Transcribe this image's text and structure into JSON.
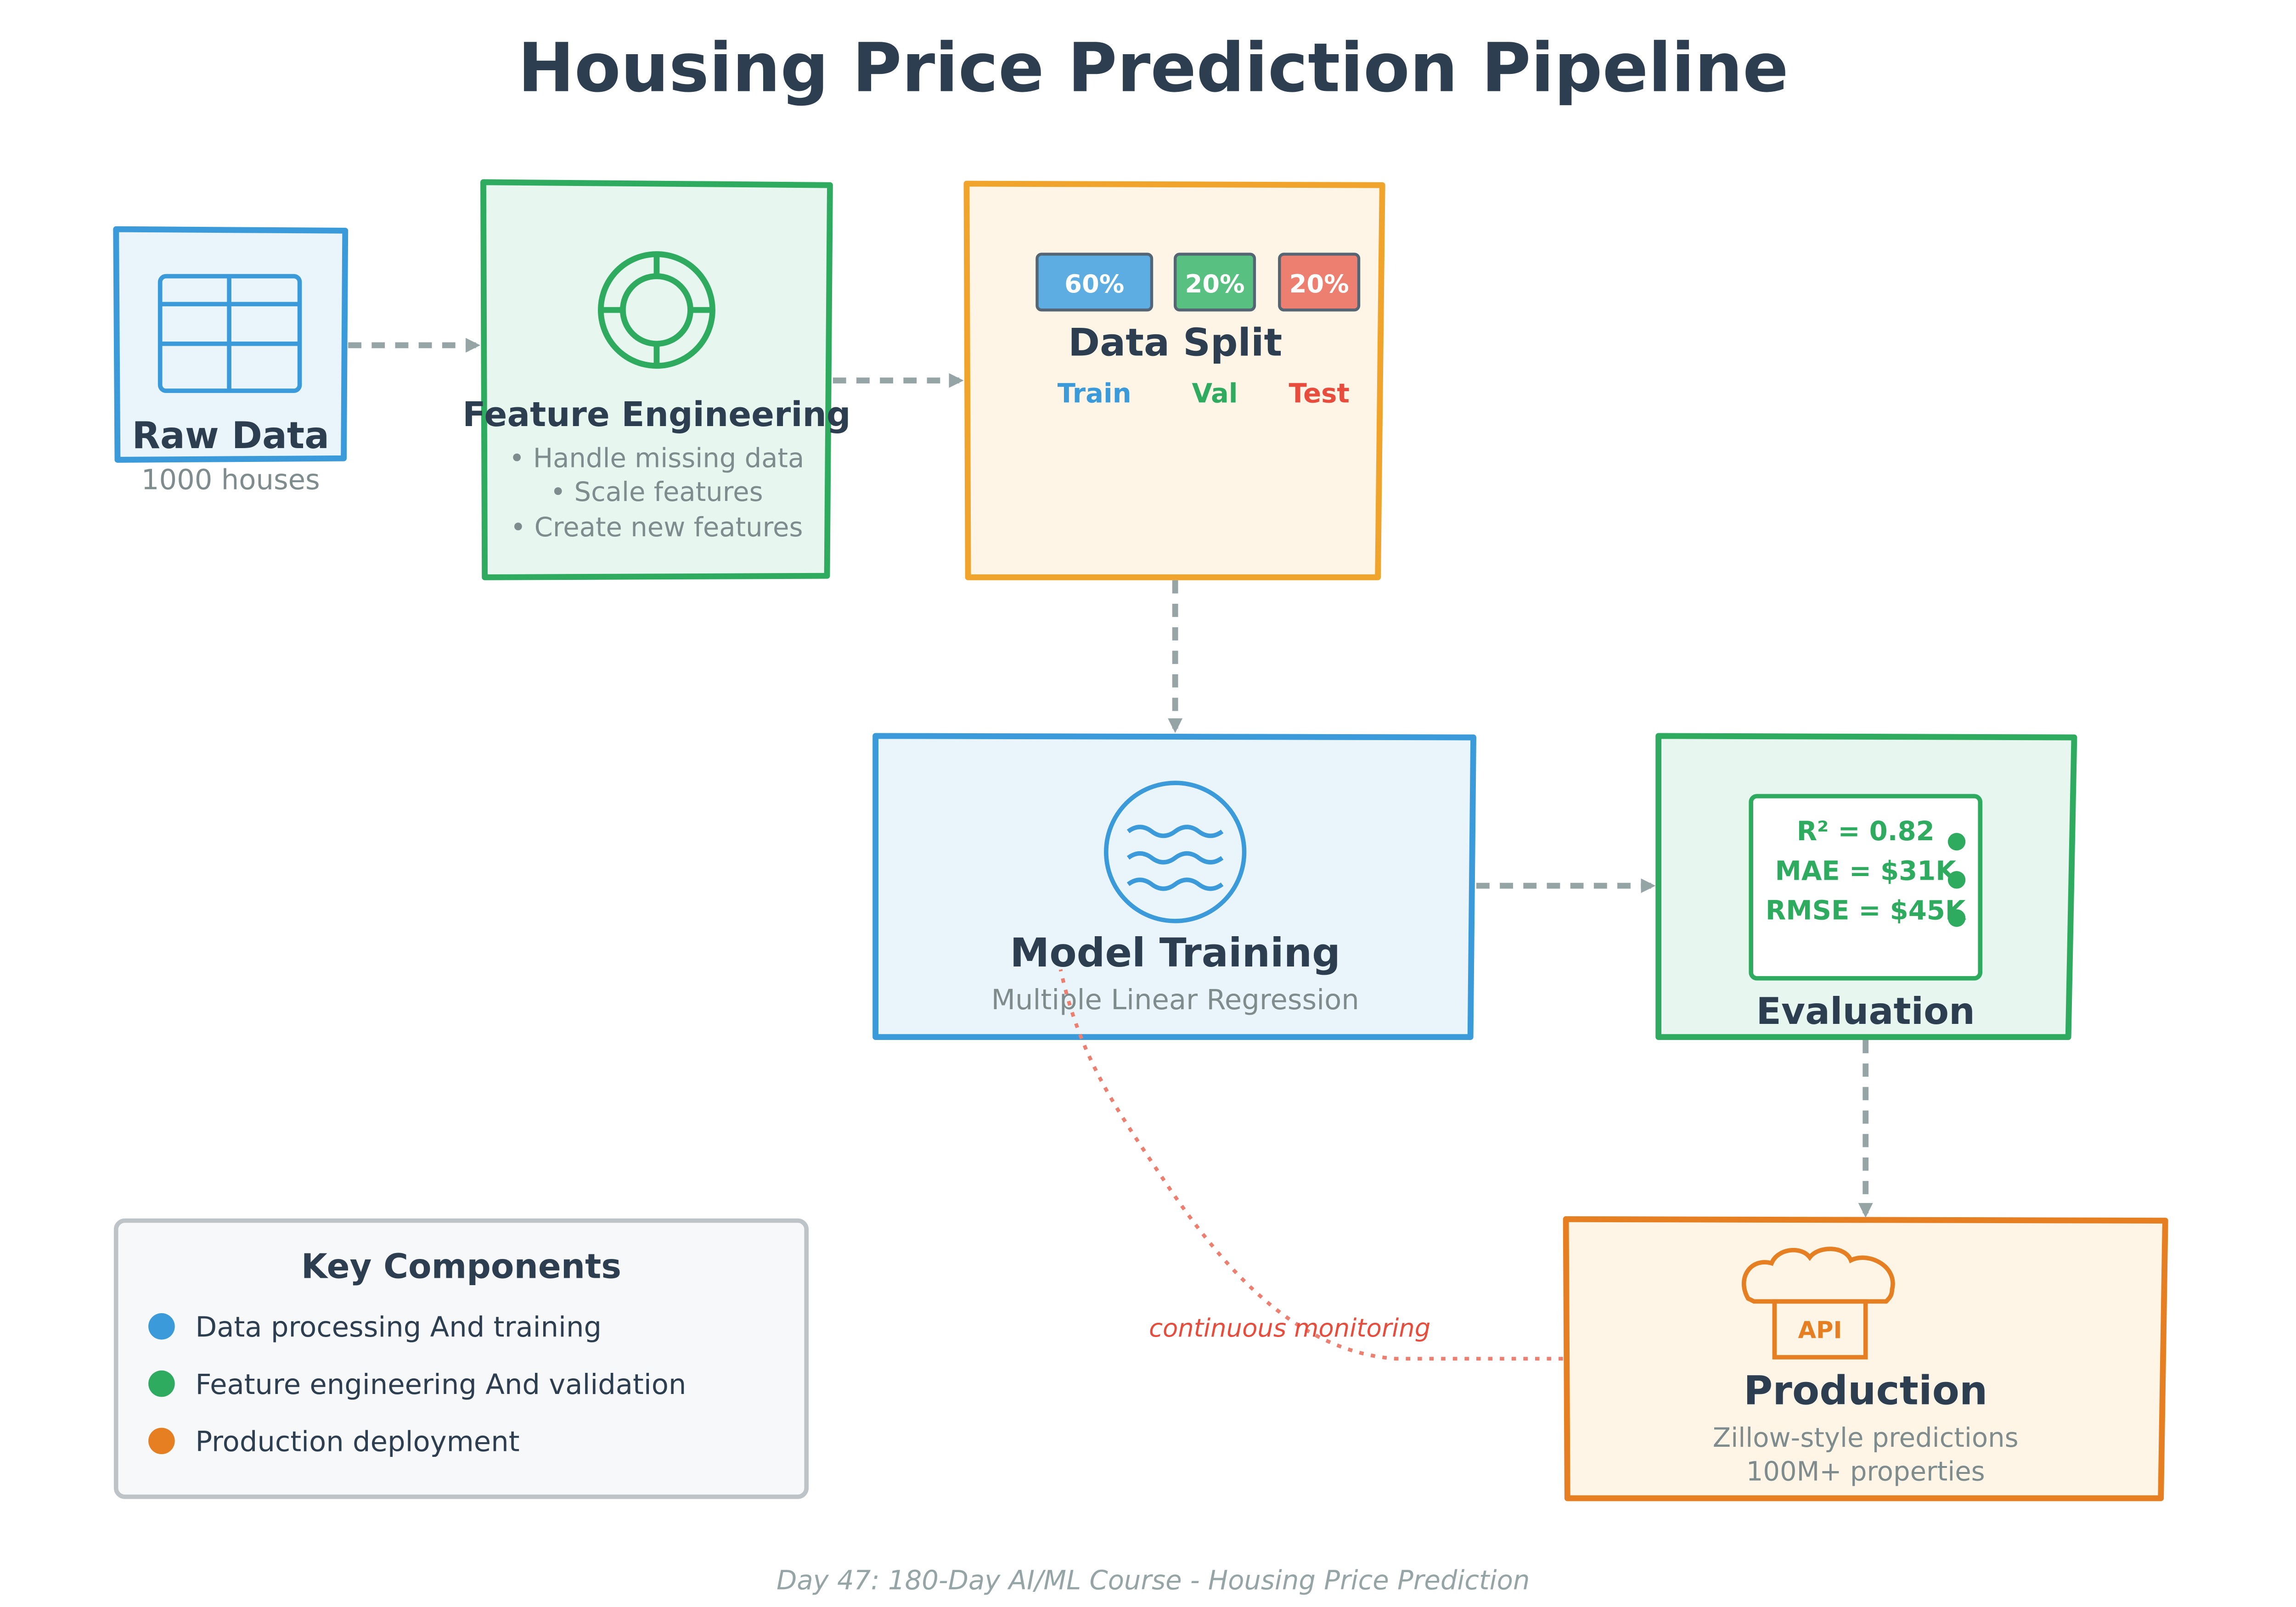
{
  "title": "Housing Price Prediction Pipeline",
  "footer": "Day 47: 180-Day AI/ML Course - Housing Price Prediction",
  "colors": {
    "blue": "#3b9ad9",
    "green": "#2eab5f",
    "orange": "#f0a42c",
    "dark_orange": "#e67e22",
    "red": "#e74c3c",
    "navy": "#2c3e50",
    "gray": "#7f8c8d",
    "arrow": "#95a5a6"
  },
  "nodes": {
    "raw_data": {
      "title": "Raw Data",
      "subtitle": "1000 houses",
      "icon": "table-icon"
    },
    "feature_engineering": {
      "title": "Feature Engineering",
      "icon": "target-icon",
      "bullets": [
        "• Handle missing data",
        "• Scale features",
        "• Create new features"
      ]
    },
    "data_split": {
      "title": "Data Split",
      "badges": [
        {
          "value": "60%",
          "label": "Train",
          "color": "#5dade2",
          "label_color": "#3b9ad9"
        },
        {
          "value": "20%",
          "label": "Val",
          "color": "#58c181",
          "label_color": "#2eab5f"
        },
        {
          "value": "20%",
          "label": "Test",
          "color": "#ec7f70",
          "label_color": "#e74c3c"
        }
      ]
    },
    "model_training": {
      "title": "Model Training",
      "subtitle": "Multiple Linear Regression",
      "icon": "waves-icon"
    },
    "evaluation": {
      "title": "Evaluation",
      "metrics": [
        "R² = 0.82",
        "MAE = $31K",
        "RMSE = $45K"
      ]
    },
    "production": {
      "title": "Production",
      "icon": "chef-hat-icon",
      "icon_label": "API",
      "lines": [
        "Zillow-style predictions",
        "100M+ properties"
      ]
    }
  },
  "feedback": {
    "label": "continuous monitoring"
  },
  "legend": {
    "title": "Key Components",
    "items": [
      {
        "label": "Data processing And training",
        "color": "#3b9ad9"
      },
      {
        "label": "Feature engineering And validation",
        "color": "#2eab5f"
      },
      {
        "label": "Production deployment",
        "color": "#e67e22"
      }
    ]
  }
}
